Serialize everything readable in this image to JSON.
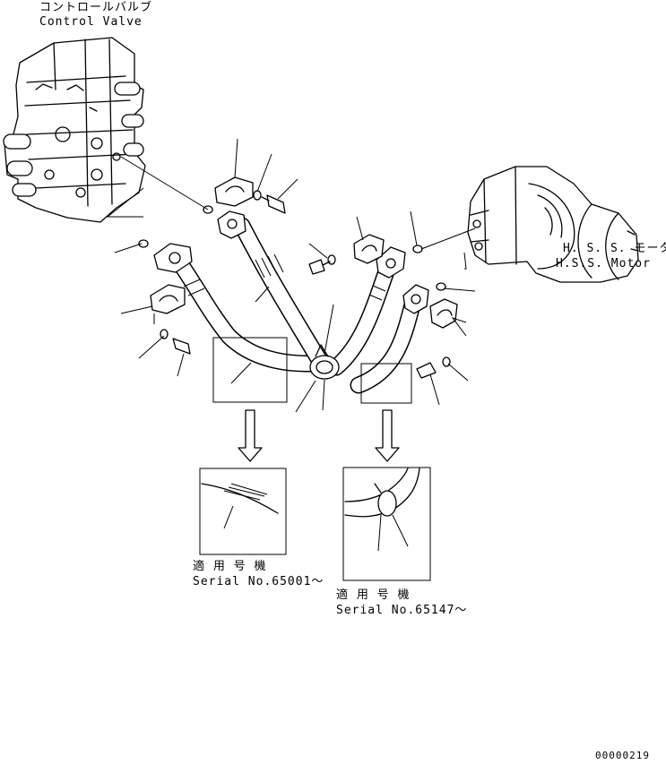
{
  "labels": {
    "control_valve_jp": "コントロールバルブ",
    "control_valve_en": "Control Valve",
    "hss_motor_jp": "H. S. S. モータ",
    "hss_motor_en": "H.S.S. Motor",
    "serial_left_jp": "適 用 号 機",
    "serial_left_en": "Serial No.65001～",
    "serial_right_jp": "適 用 号 機",
    "serial_right_en": "Serial No.65147～",
    "drawing_number": "00000219"
  }
}
